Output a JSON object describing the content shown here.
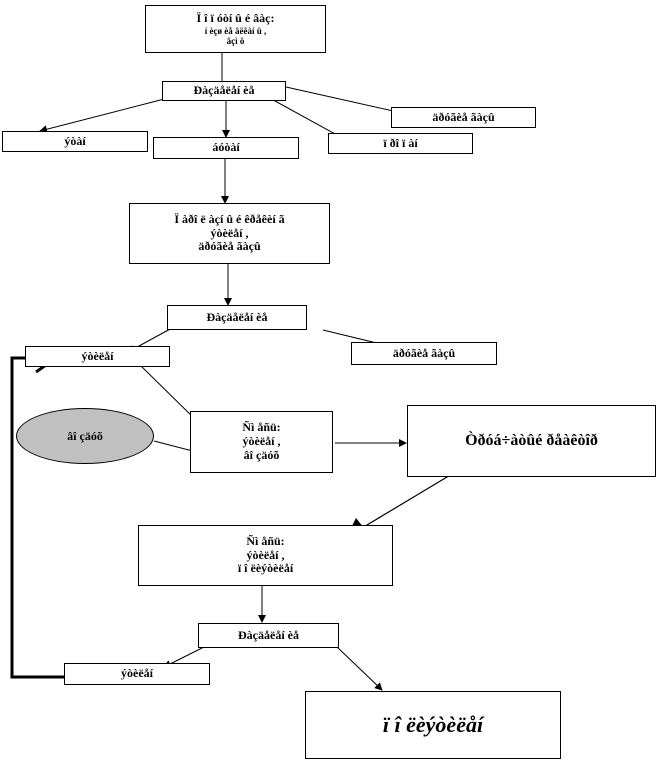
{
  "nodes": {
    "top": {
      "line1": "Ï î ï óòí û é âàç:",
      "line2": "í èçø èå âëêàí û ,",
      "line3": "âçì ö"
    },
    "division1": "Ðàçäåëåí èå",
    "slag1": "ýòàí",
    "butane": "áóòàí",
    "propane": "ï ðî ï àí",
    "fraction1": "äðóãèå ãàçû",
    "pyrolysis": {
      "line1": "Ï àðî ë àçí û é êðåêèí ã",
      "line2": "ýòèëåí ,",
      "line3": "äðóãèå  ãàçû"
    },
    "division2": "Ðàçäåëåí èå",
    "ethylene1": "ýòèëåí",
    "fraction2": "äðóãèå ãàçû",
    "air": "âî çäóõ",
    "mixture1": {
      "line1": "Ñì åñü:",
      "line2": "ýòèëåí ,",
      "line3": "âî çäóõ"
    },
    "reactor": "Òðóá÷àòûé ðåàêòîð",
    "mixture2": {
      "line1": "Ñì åñü:",
      "line2": "ýòèëåí ,",
      "line3": "ï î ëèýòèëåí"
    },
    "division3": "Ðàçäåëåí èå",
    "ethylene2": "ýòèëåí",
    "polyethylene": "ï î ëèýòèëåí"
  }
}
